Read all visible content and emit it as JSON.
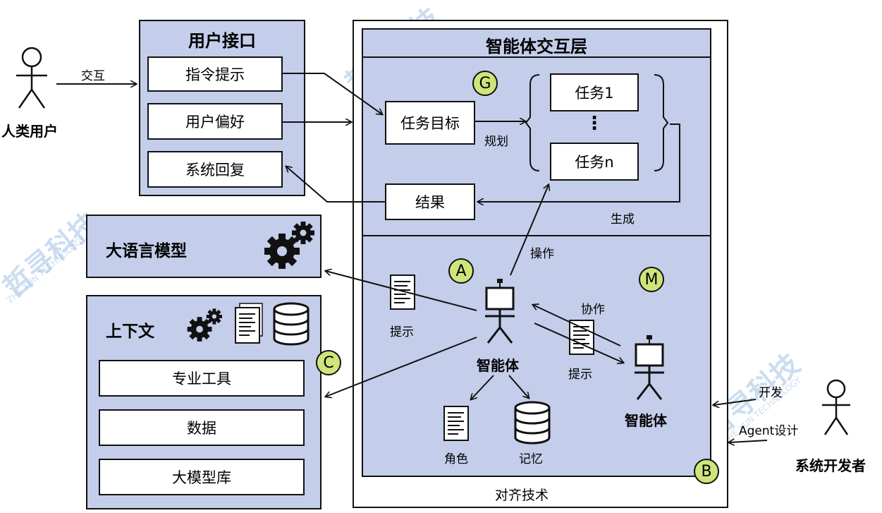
{
  "human_user": {
    "label": "人类用户"
  },
  "interact_label": "交互",
  "user_interface": {
    "title": "用户接口",
    "items": [
      "指令提示",
      "用户偏好",
      "系统回复"
    ]
  },
  "llm": {
    "title": "大语言模型"
  },
  "context": {
    "title": "上下文",
    "items": [
      "专业工具",
      "数据",
      "大模型库"
    ],
    "badge": "C"
  },
  "agent_layer": {
    "title": "智能体交互层",
    "task_goal": "任务目标",
    "plan_label": "规划",
    "task_first": "任务1",
    "task_ellipsis": "⋮",
    "task_last": "任务n",
    "result": "结果",
    "generate_label": "生成",
    "badge_g": "G"
  },
  "agents": {
    "operate_label": "操作",
    "badge_a": "A",
    "badge_m": "M",
    "prompt_label_left": "提示",
    "collab_label": "协作",
    "prompt_label_right": "提示",
    "agent_main_label": "智能体",
    "agent_second_label": "智能体",
    "role_label": "角色",
    "memory_label": "记忆"
  },
  "alignment": {
    "label": "对齐技术",
    "badge": "B"
  },
  "developer": {
    "develop_label": "开发",
    "design_label": "Agent设计",
    "label": "系统开发者"
  },
  "watermark": {
    "text": "哲寻科技",
    "sub": "ZHE XUN TECHNOLOGY"
  },
  "colors": {
    "panel": "#c4cdea",
    "badge": "#cfe57a",
    "watermark": "#6f9fd6"
  }
}
